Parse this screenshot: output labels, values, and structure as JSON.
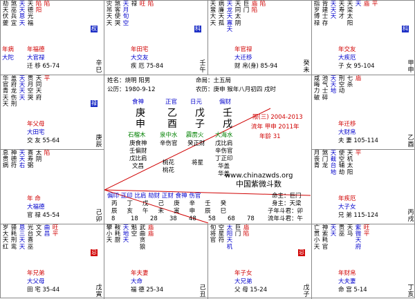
{
  "palaces": [
    {
      "id": "si",
      "stars": [
        "劫天伏夔",
        "煞巫兵宜",
        "天天恩天",
        "天德光福",
        "陷阳",
        "陷"
      ],
      "lines": [
        [
          "年福德",
          "red"
        ],
        [
          "大官禄",
          "blue"
        ],
        [
          "迁 移 65-74",
          "black"
        ]
      ],
      "ganzhi": "辛巳",
      "badge": "权"
    },
    {
      "id": "wu",
      "stars": [
        "灾吊天天",
        "煞客使哭",
        "天月 旬空",
        "禄",
        "旺",
        "陷"
      ],
      "lines": [
        [
          "年田宅",
          "red"
        ],
        [
          "大交友",
          "blue"
        ],
        [
          "疾 厄 75-84",
          "black"
        ]
      ],
      "ganzhi": "壬午",
      "badge": "科"
    },
    {
      "id": "wei",
      "stars": [
        "天蜚大天",
        "病廉天孤",
        "天龙天寡 天",
        "天同 太阴",
        "巨门",
        "庙 陷",
        "陷"
      ],
      "lines": [
        [
          "年官禄",
          "red"
        ],
        [
          "大迁移",
          "blue"
        ],
        [
          "财 帛(身) 85-94",
          "black"
        ]
      ],
      "ganzhi": "癸未",
      "badge": ""
    },
    {
      "id": "shen",
      "stars": [
        "指岁博禄",
        "背建士存",
        "天天天",
        "天寿才",
        "天梁 太阳",
        "天",
        "庙",
        "平"
      ],
      "lines": [
        [
          "年交友",
          "red"
        ],
        [
          "大疾厄",
          "blue"
        ],
        [
          "子 女 95-104",
          "black"
        ]
      ],
      "ganzhi": "甲申",
      "badge": "科"
    },
    {
      "id": "chen",
      "stars": [
        "华官青天天",
        "盖府龙伤刑",
        "天天天天",
        "贵月空哭",
        "天同 天府",
        "平"
      ],
      "lines": [
        [
          "年父母",
          "red"
        ],
        [
          "大田宅",
          "blue"
        ],
        [
          "交 友 55-64",
          "black"
        ]
      ],
      "ganzhi": "庚辰",
      "badge": "禄"
    },
    {
      "id": "you",
      "stars": [
        "咸晦力破",
        "池气士碎",
        "天天地",
        "刑空动",
        "七杀",
        "庙"
      ],
      "lines": [
        [
          "年迁移",
          "red"
        ],
        [
          "大财帛",
          "blue"
        ],
        [
          "夫 妻 105-114",
          "black"
        ]
      ],
      "ganzhi": "乙酉",
      "badge": ""
    },
    {
      "id": "mao",
      "stars": [
        "息贯病",
        "神德符",
        "天天右",
        "喜寿弼",
        "太阴",
        "陷"
      ],
      "lines": [
        [
          "年 命",
          "red"
        ],
        [
          "大福德",
          "blue"
        ],
        [
          "官 禄 45-54",
          "black"
        ]
      ],
      "ganzhi": "己卯",
      "badge": ""
    },
    {
      "id": "xu",
      "stars": [
        "月丧青",
        "煞门龙",
        "天截台地",
        "使空辅劫",
        "天机 太阳",
        "平"
      ],
      "lines": [
        [
          "年疾厄",
          "red"
        ],
        [
          "大子女",
          "blue"
        ],
        [
          "兄 弟 115-124",
          "black"
        ]
      ],
      "ganzhi": "丙戌",
      "badge": ""
    },
    {
      "id": "yin",
      "stars": [
        "岁大天红",
        "驿耗刑鸾",
        "恩三天天",
        "光台喜巫",
        "文文",
        "曲昌",
        "旺平"
      ],
      "lines": [
        [
          "年兄弟",
          "red"
        ],
        [
          "大父母",
          "blue"
        ],
        [
          "田 宅 35-44",
          "black"
        ]
      ],
      "ganzhi": "戊寅",
      "badge": "忌"
    },
    {
      "id": "chou",
      "stars": [
        "攀小天",
        "鞍耗厨",
        "天地天",
        "魁空",
        "武曲 贪狼",
        "庙 庙"
      ],
      "lines": [
        [
          "年夫妻",
          "red"
        ],
        [
          "大命",
          "blue"
        ],
        [
          "福 德 25-34",
          "black"
        ]
      ],
      "ganzhi": "己丑",
      "badge": ""
    },
    {
      "id": "zi",
      "stars": [
        "旬将官",
        "空星符",
        "太阳 天机",
        "巨门",
        "庙 陷"
      ],
      "lines": [
        [
          "年子女",
          "red"
        ],
        [
          "大兄弟",
          "blue"
        ],
        [
          "父 母 15-24",
          "black"
        ]
      ],
      "ganzhi": "戊子",
      "badge": "忌"
    },
    {
      "id": "hai",
      "stars": [
        "亡贯小天",
        "神索耗官",
        "天天",
        "贵巫",
        "天马",
        "紫微 天府",
        "旺 平"
      ],
      "lines": [
        [
          "年财帛",
          "red"
        ],
        [
          "大夫妻",
          "blue"
        ],
        [
          "命 宫 5-14",
          "black"
        ]
      ],
      "ganzhi": "丁亥",
      "badge": ""
    }
  ],
  "left_tags": [
    [
      "年病",
      "red"
    ],
    [
      "大陀",
      "blue"
    ]
  ],
  "info": {
    "name": "姓名：烧明 阳男",
    "bureau": "命局：土五局",
    "solar": "公历：1980-9-12",
    "lunar": "农历：庚申 猴年八月初四 戌时",
    "shishen": [
      "食神",
      "正官",
      "日元",
      "偏财"
    ],
    "stems": [
      "庚",
      "乙",
      "戊",
      "壬"
    ],
    "branches": [
      "申",
      "酉",
      "子",
      "戌"
    ],
    "nayin": [
      "石榴木",
      "泉中水",
      "霹雳火",
      "大海水"
    ],
    "hidden": [
      [
        "庚食神",
        "壬偏财",
        "戊比肩",
        "文昌"
      ],
      [
        "辛伤官"
      ],
      [
        "癸正财"
      ],
      [
        "戊比肩",
        "辛伤官",
        "丁正印",
        "华盖"
      ]
    ],
    "extra": [
      "桃花",
      "桃花",
      "将星",
      "华盖"
    ],
    "limit": "限(三) 2004-2013",
    "flow": "流年 甲申 2011年",
    "age": "年龄 31",
    "watermark_url": "www.chinazwds.org",
    "watermark_name": "中国紫微斗数",
    "row_shishen": [
      "偏印",
      "正印",
      "比肩",
      "劫财",
      "正财",
      "食神",
      "伤官"
    ],
    "row_gan": [
      "丙",
      "丁",
      "戊",
      "己",
      "庚",
      "辛",
      "壬",
      "癸"
    ],
    "row_branch": [
      "辰",
      "亥",
      "午",
      "未",
      "寅",
      "申",
      "辰",
      "巳"
    ],
    "row_age": [
      "8",
      "18",
      "28",
      "38",
      "48",
      "58",
      "68",
      "78"
    ],
    "ming_zhu": "命主：巨门",
    "shen_zhu": "身主：天梁",
    "zi_year": "子年斗君：卯",
    "liu_year": "流年斗君：午"
  }
}
